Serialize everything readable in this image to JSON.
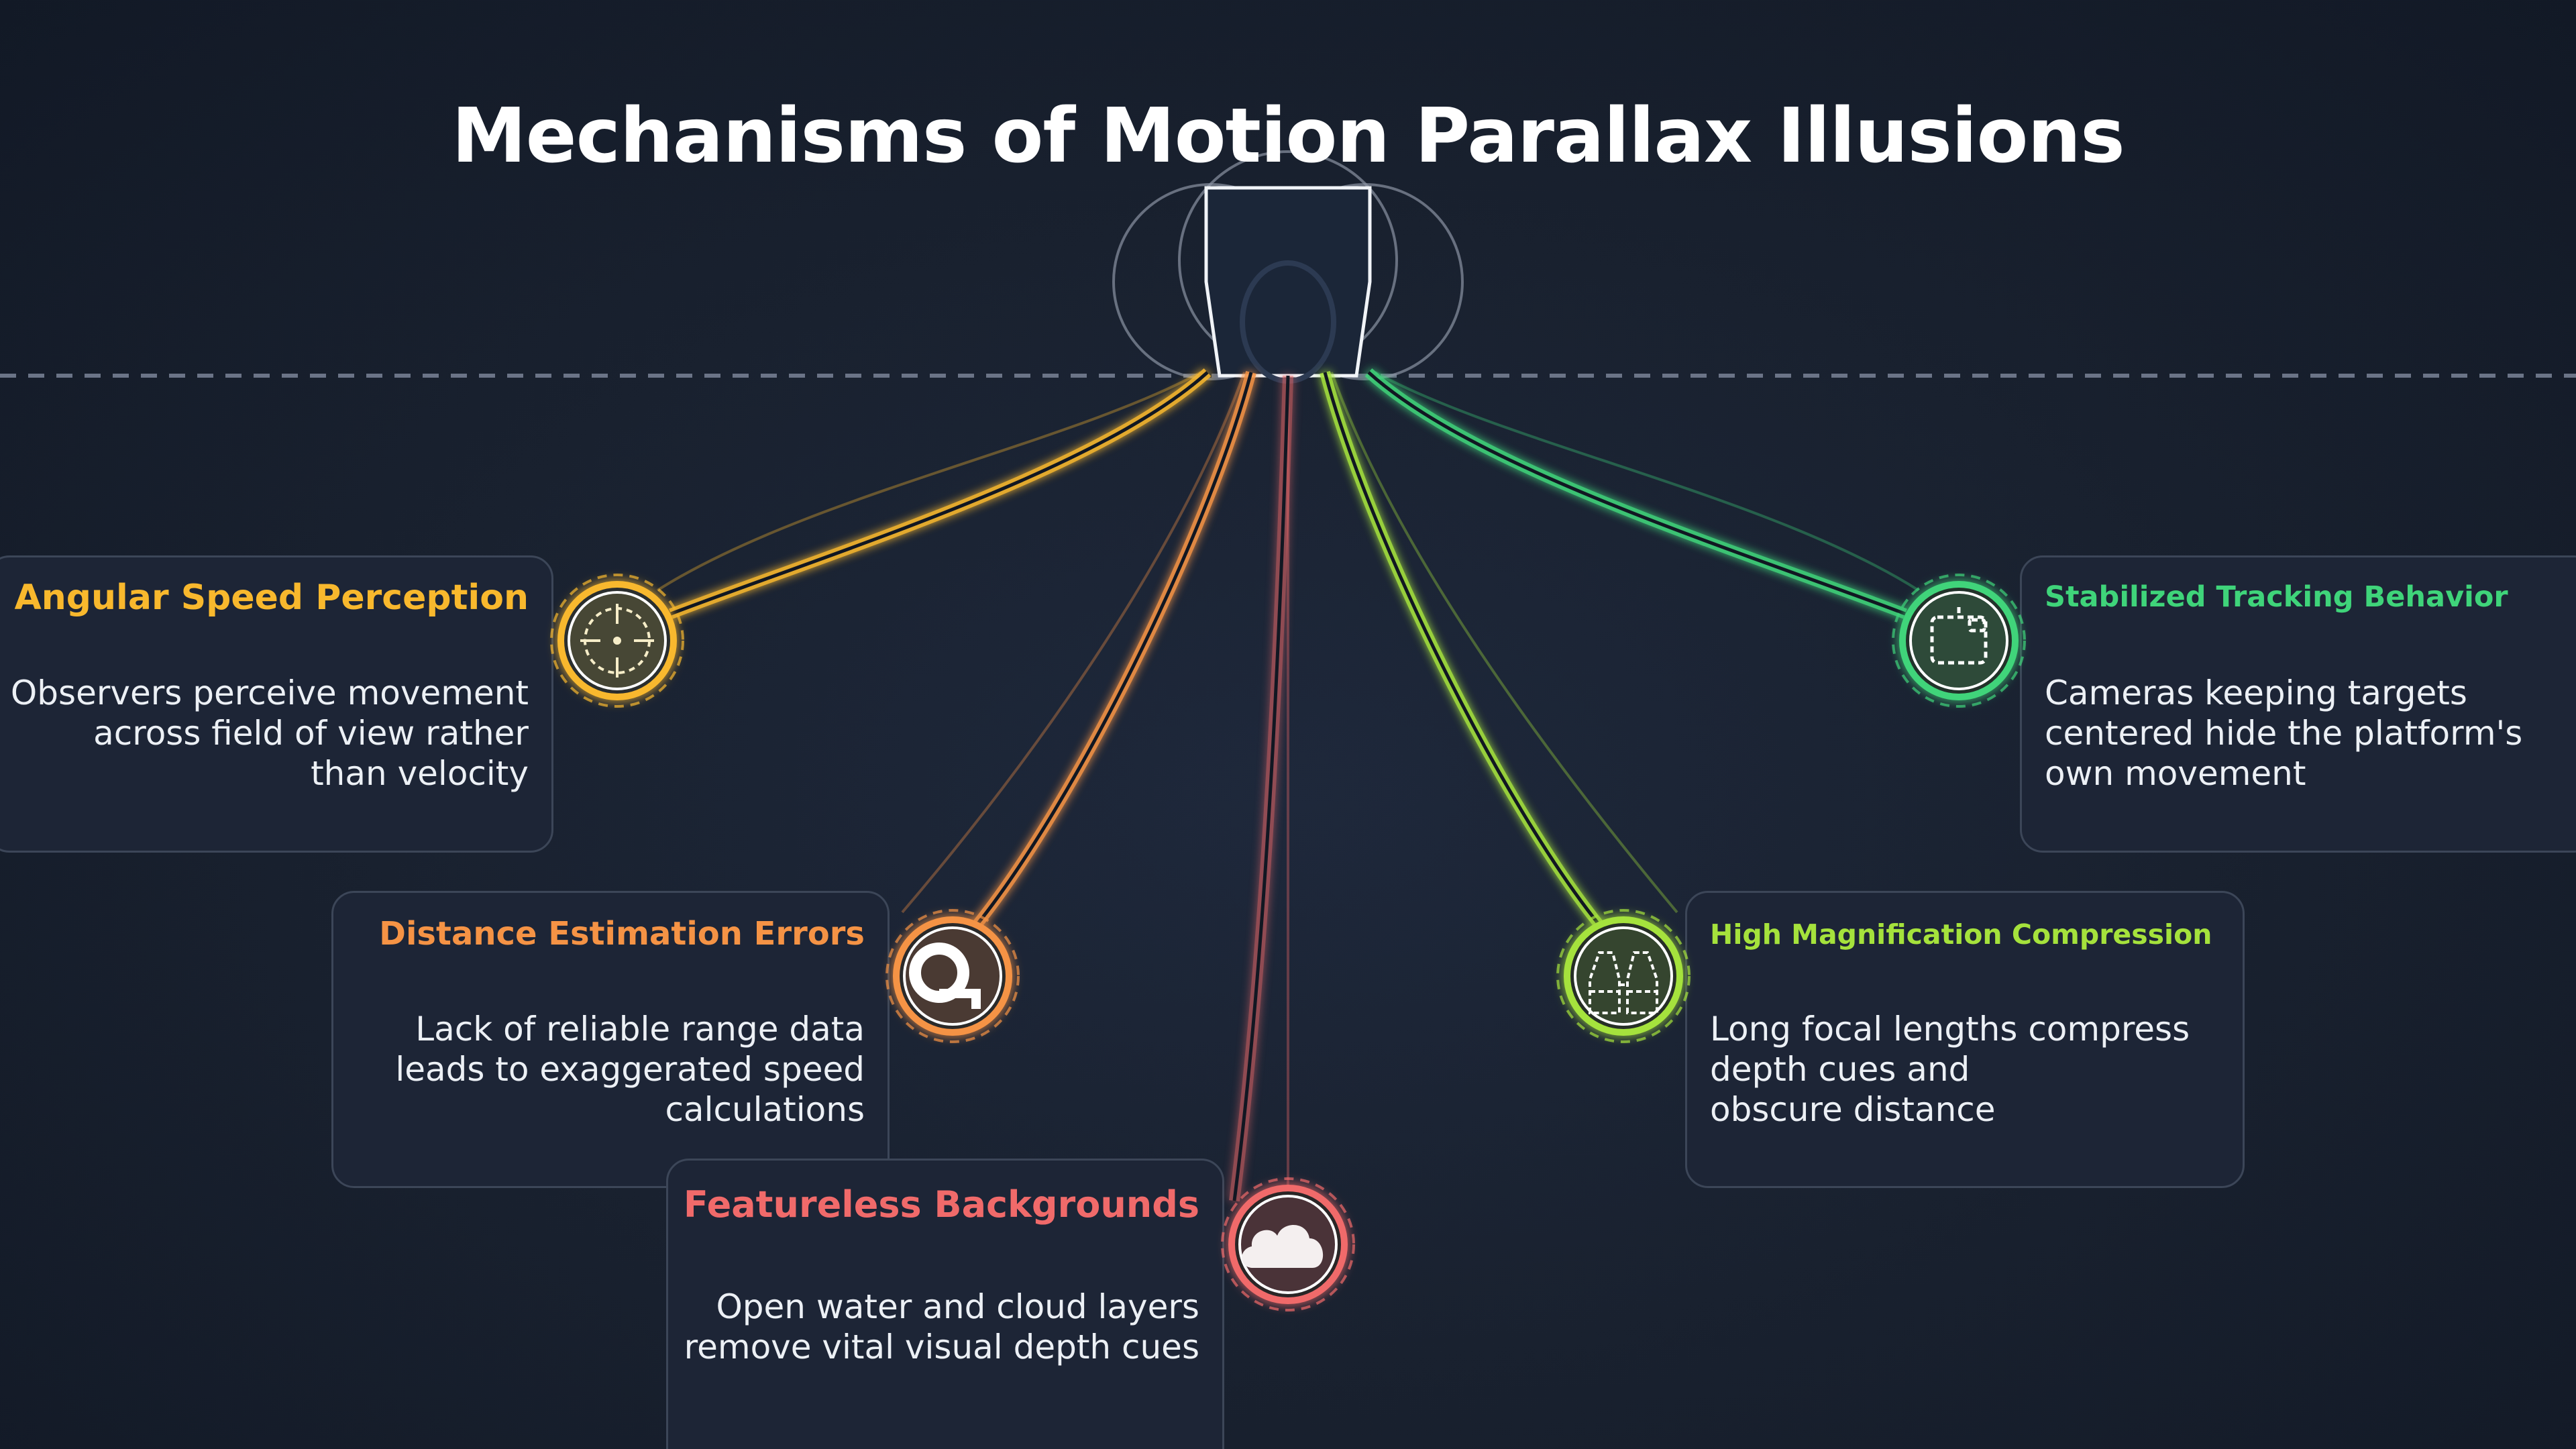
{
  "title": "Mechanisms of Motion Parallax Illusions",
  "colors": {
    "angular": "#f8b82d",
    "distance": "#f59345",
    "featureless": "#f06a6a",
    "magnification": "#a5e23c",
    "tracking": "#3fd47a",
    "card_bg": "#1d2536",
    "card_border": "#3c4658",
    "horizon": "#6b7487"
  },
  "mechanisms": [
    {
      "key": "angular",
      "title": "Angular Speed Perception",
      "description": "Observers perceive movement\nacross field of view rather\nthan velocity",
      "icon": "crosshair-icon"
    },
    {
      "key": "distance",
      "title": "Distance Estimation Errors",
      "description": "Lack of reliable range data\nleads to exaggerated speed\ncalculations",
      "icon": "tape-measure-icon"
    },
    {
      "key": "featureless",
      "title": "Featureless Backgrounds",
      "description": "Open water and cloud layers\nremove vital visual depth cues",
      "icon": "cloud-icon"
    },
    {
      "key": "magnification",
      "title": "High Magnification Compression",
      "description": "Long focal lengths compress\ndepth cues and\nobscure distance",
      "icon": "binoculars-icon"
    },
    {
      "key": "tracking",
      "title": "Stabilized Tracking Behavior",
      "description": "Cameras keeping targets\ncentered hide the platform's\nown movement",
      "icon": "tracking-frame-icon"
    }
  ]
}
